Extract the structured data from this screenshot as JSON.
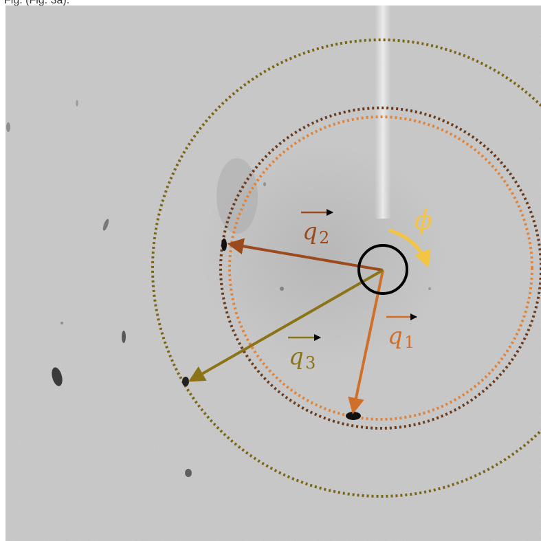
{
  "fragment_text": "Fig. (Fig. 3a).",
  "labels": {
    "q1": {
      "letter": "q",
      "subscript": "1",
      "color": "#d06f2a"
    },
    "q2": {
      "letter": "q",
      "subscript": "2",
      "color": "#9a4a1c"
    },
    "q3": {
      "letter": "q",
      "subscript": "3",
      "color": "#8b7418"
    },
    "phi": {
      "symbol": "ϕ",
      "color": "#f4c542"
    }
  },
  "colors": {
    "background_gray": "#c9c9c9",
    "outer_ring": "#7a6514",
    "ring_dark": "#6b3a1c",
    "ring_orange": "#e0843a",
    "beamstop": "#000000"
  }
}
